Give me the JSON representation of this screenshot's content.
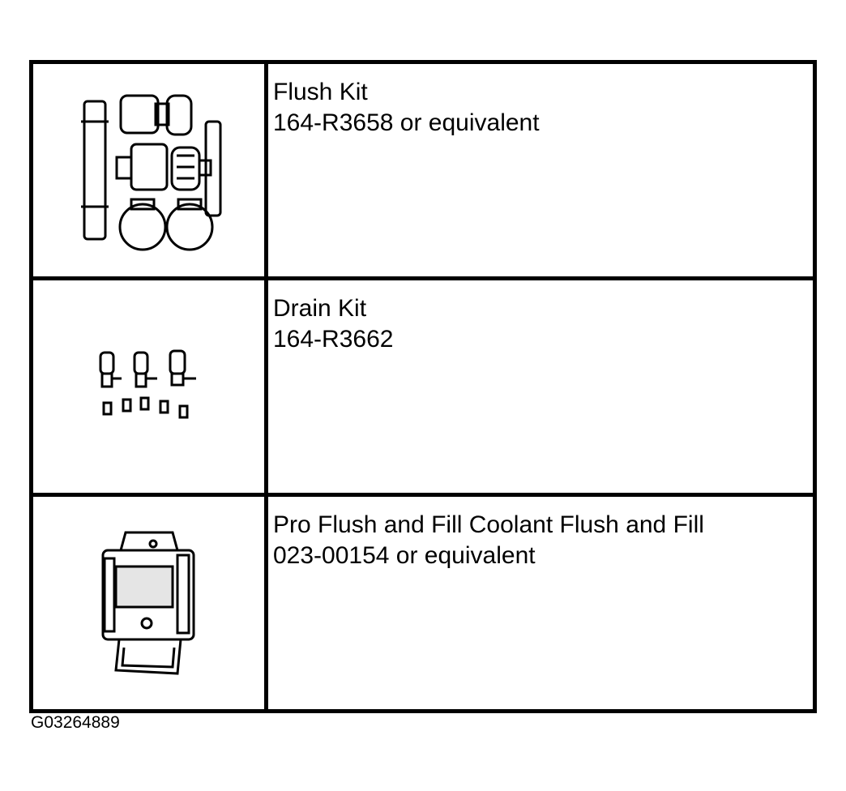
{
  "rows": [
    {
      "name": "Flush Kit",
      "part": "164-R3658 or equivalent",
      "icon": "flush-kit-icon"
    },
    {
      "name": "Drain Kit",
      "part": "164-R3662",
      "icon": "drain-kit-icon"
    },
    {
      "name": "Pro Flush and Fill Coolant Flush and Fill",
      "part": "023-00154 or equivalent",
      "icon": "coolant-flush-fill-machine-icon"
    }
  ],
  "figure_id": "G03264889"
}
